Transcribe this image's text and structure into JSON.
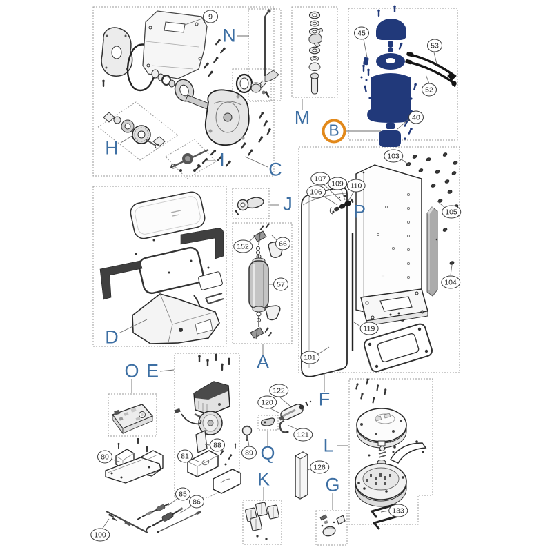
{
  "diagram": {
    "colors": {
      "section_letter": "#3d6fa3",
      "highlight_ring": "#e2891b",
      "part_navy": "#21397a",
      "box_dash": "#999999",
      "line_art": "#333333",
      "leader": "#6b6b6b"
    },
    "sections": {
      "N": "N",
      "M": "M",
      "B": "B",
      "C": "C",
      "H": "H",
      "I": "I",
      "J": "J",
      "P": "P",
      "D": "D",
      "A": "A",
      "F": "F",
      "O": "O",
      "E": "E",
      "Q": "Q",
      "K": "K",
      "G": "G",
      "L": "L"
    },
    "parts": {
      "p9": "9",
      "p45": "45",
      "p53": "53",
      "p52": "52",
      "p40": "40",
      "p103": "103",
      "p107": "107",
      "p109": "109",
      "p110": "110",
      "p106": "106",
      "p105": "105",
      "p104": "104",
      "p119": "119",
      "p101": "101",
      "p152": "152",
      "p66": "66",
      "p57": "57",
      "p122": "122",
      "p120": "120",
      "p121": "121",
      "p126": "126",
      "p89": "89",
      "p88": "88",
      "p81": "81",
      "p80": "80",
      "p85": "85",
      "p86": "86",
      "p100": "100",
      "p133": "133"
    }
  }
}
